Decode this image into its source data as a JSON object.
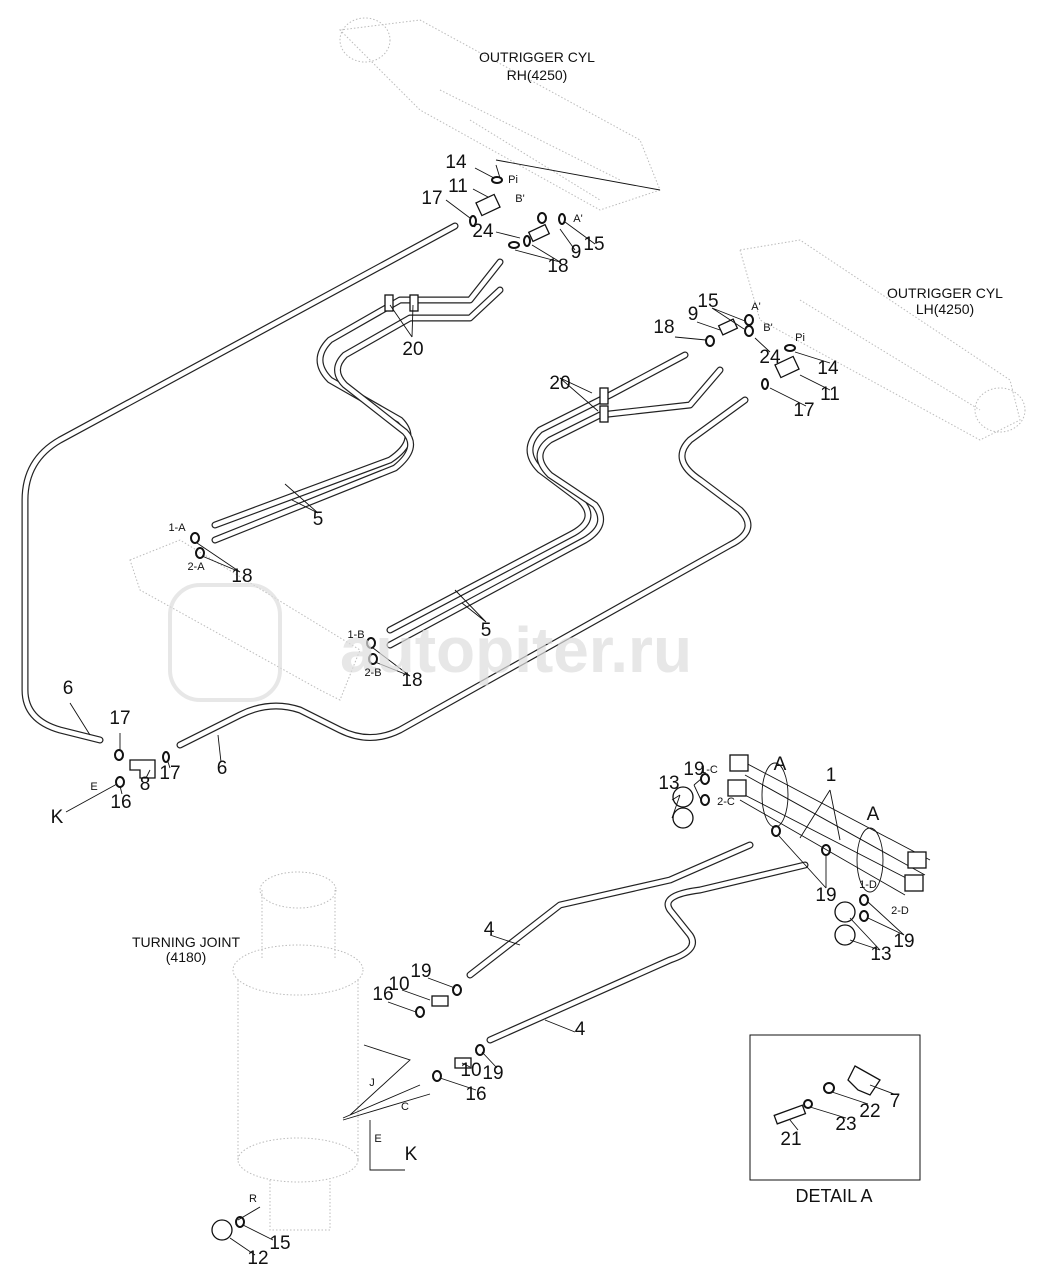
{
  "titles": {
    "rh_cylinder": "OUTRIGGER CYL",
    "rh_code": "RH(4250)",
    "lh_cylinder": "OUTRIGGER CYL",
    "lh_code": "LH(4250)",
    "turning_joint": "TURNING JOINT",
    "turning_joint_code": "(4180)",
    "detail": "DETAIL A",
    "watermark": "autopiter.ru"
  },
  "callouts": [
    "14",
    "11",
    "17",
    "24",
    "9",
    "15",
    "18",
    "20",
    "5",
    "5",
    "18",
    "18",
    "6",
    "6",
    "17",
    "17",
    "8",
    "16",
    "K",
    "15",
    "9",
    "18",
    "24",
    "14",
    "11",
    "17",
    "20",
    "1",
    "A",
    "A",
    "19",
    "13",
    "19",
    "19",
    "13",
    "4",
    "4",
    "16",
    "10",
    "19",
    "10",
    "19",
    "16",
    "K",
    "12",
    "15",
    "21",
    "23",
    "22",
    "7"
  ],
  "port_labels": [
    "Pi",
    "B'",
    "A'",
    "A'",
    "B'",
    "Pi",
    "1-A",
    "2-A",
    "1-B",
    "2-B",
    "E",
    "1-C",
    "2-C",
    "1-D",
    "2-D",
    "J",
    "C",
    "E",
    "R"
  ]
}
